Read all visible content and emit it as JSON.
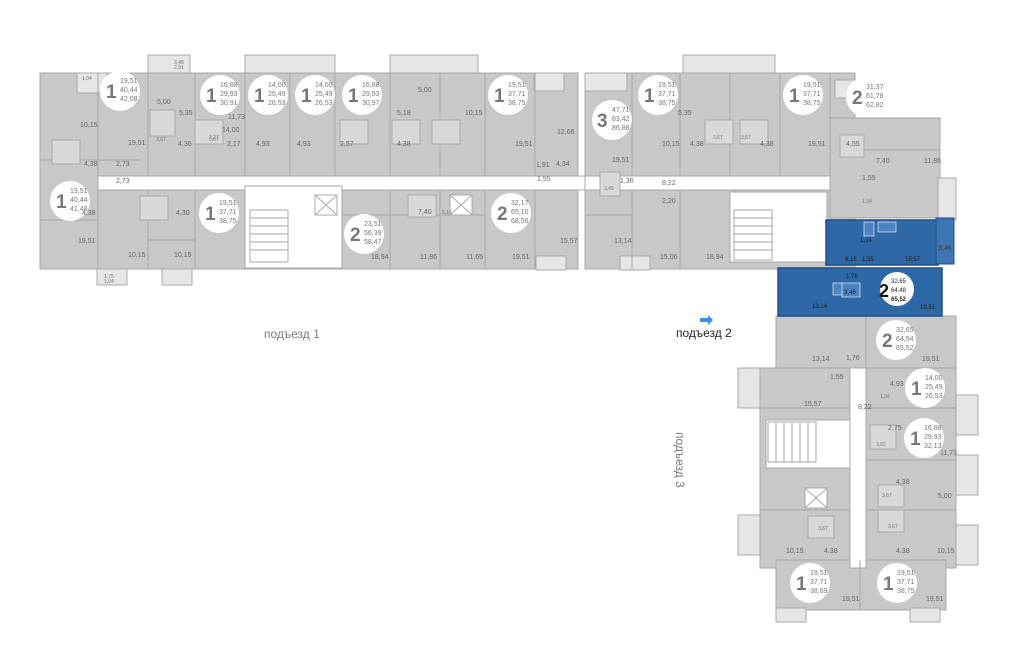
{
  "colors": {
    "selected": "#2f68a6",
    "wall": "#c8c8c8",
    "arrow": "#3a8ee6"
  },
  "entrances": [
    {
      "label": "подъезд 1"
    },
    {
      "label": "подъезд 2",
      "active": true
    },
    {
      "label": "подъезд 3"
    }
  ],
  "selected_apartment": {
    "rooms": "2",
    "area_living": "32,65",
    "area_total": "64,48",
    "area_full": "65,52",
    "room_areas": [
      "8,16",
      "1,55",
      "15,57",
      "1,34",
      "3,46",
      "1,76",
      "13,14",
      "19,51",
      "3,46"
    ]
  },
  "apartments": [
    {
      "rooms": "1",
      "a1": "19,51",
      "a2": "40,44",
      "a3": "42,08"
    },
    {
      "rooms": "1",
      "a1": "16,88",
      "a2": "29,93",
      "a3": "30,91"
    },
    {
      "rooms": "1",
      "a1": "14,00",
      "a2": "25,49",
      "a3": "26,53"
    },
    {
      "rooms": "1",
      "a1": "14,00",
      "a2": "25,49",
      "a3": "26,53"
    },
    {
      "rooms": "1",
      "a1": "16,88",
      "a2": "29,93",
      "a3": "30,97"
    },
    {
      "rooms": "1",
      "a1": "19,51",
      "a2": "37,71",
      "a3": "38,75"
    },
    {
      "rooms": "3",
      "a1": "47,71",
      "a2": "83,42",
      "a3": "86,88"
    },
    {
      "rooms": "1",
      "a1": "19,51",
      "a2": "37,71",
      "a3": "38,75"
    },
    {
      "rooms": "1",
      "a1": "19,51",
      "a2": "37,71",
      "a3": "38,75"
    },
    {
      "rooms": "2",
      "a1": "31,37",
      "a2": "61,78",
      "a3": "62,82"
    },
    {
      "rooms": "1",
      "a1": "19,51",
      "a2": "40,44",
      "a3": "41,48"
    },
    {
      "rooms": "1",
      "a1": "19,51",
      "a2": "37,71",
      "a3": "38,75"
    },
    {
      "rooms": "2",
      "a1": "23,51",
      "a2": "56,39",
      "a3": "58,47"
    },
    {
      "rooms": "2",
      "a1": "32,17",
      "a2": "65,10",
      "a3": "68,56"
    },
    {
      "rooms": "2",
      "a1": "32,65",
      "a2": "64,54",
      "a3": "65,52"
    },
    {
      "rooms": "1",
      "a1": "14,00",
      "a2": "25,49",
      "a3": "26,53"
    },
    {
      "rooms": "1",
      "a1": "16,88",
      "a2": "29,93",
      "a3": "32,13"
    },
    {
      "rooms": "1",
      "a1": "19,51",
      "a2": "37,71",
      "a3": "38,69"
    },
    {
      "rooms": "1",
      "a1": "19,51",
      "a2": "37,71",
      "a3": "38,75"
    }
  ],
  "room_labels": [
    "10,15",
    "4,38",
    "2,73",
    "19,51",
    "2,73",
    "4,38",
    "4,30",
    "19,51",
    "10,15",
    "10,15",
    "5,00",
    "5,35",
    "4,36",
    "3,67",
    "3,67",
    "2,17",
    "14,00",
    "4,93",
    "4,93",
    "11,73",
    "2,57",
    "5,18",
    "4,38",
    "5,00",
    "10,15",
    "19,51",
    "12,66",
    "1,91",
    "4,34",
    "1,55",
    "19,51",
    "8,22",
    "2,20",
    "3,45",
    "1,36",
    "15,57",
    "13,14",
    "15,06",
    "18,94",
    "10,15",
    "5,35",
    "4,38",
    "4,38",
    "19,51",
    "4,55",
    "7,40",
    "11,86",
    "1,55",
    "1,34",
    "18,94",
    "11,86",
    "7,40",
    "11,65",
    "19,51",
    "6,16",
    "13,14",
    "1,76",
    "19,51",
    "15,57",
    "1,55",
    "8,22",
    "4,93",
    "2,75",
    "3,82",
    "11,73",
    "4,38",
    "5,00",
    "3,67",
    "3,67",
    "10,15",
    "4,38",
    "4,38",
    "10,15",
    "19,51",
    "19,51",
    "1,34",
    "3,27",
    "3,67",
    "3,67",
    "3,67",
    "1,04",
    "3,48",
    "2,91",
    "1,75",
    "1,04",
    "3,62"
  ]
}
